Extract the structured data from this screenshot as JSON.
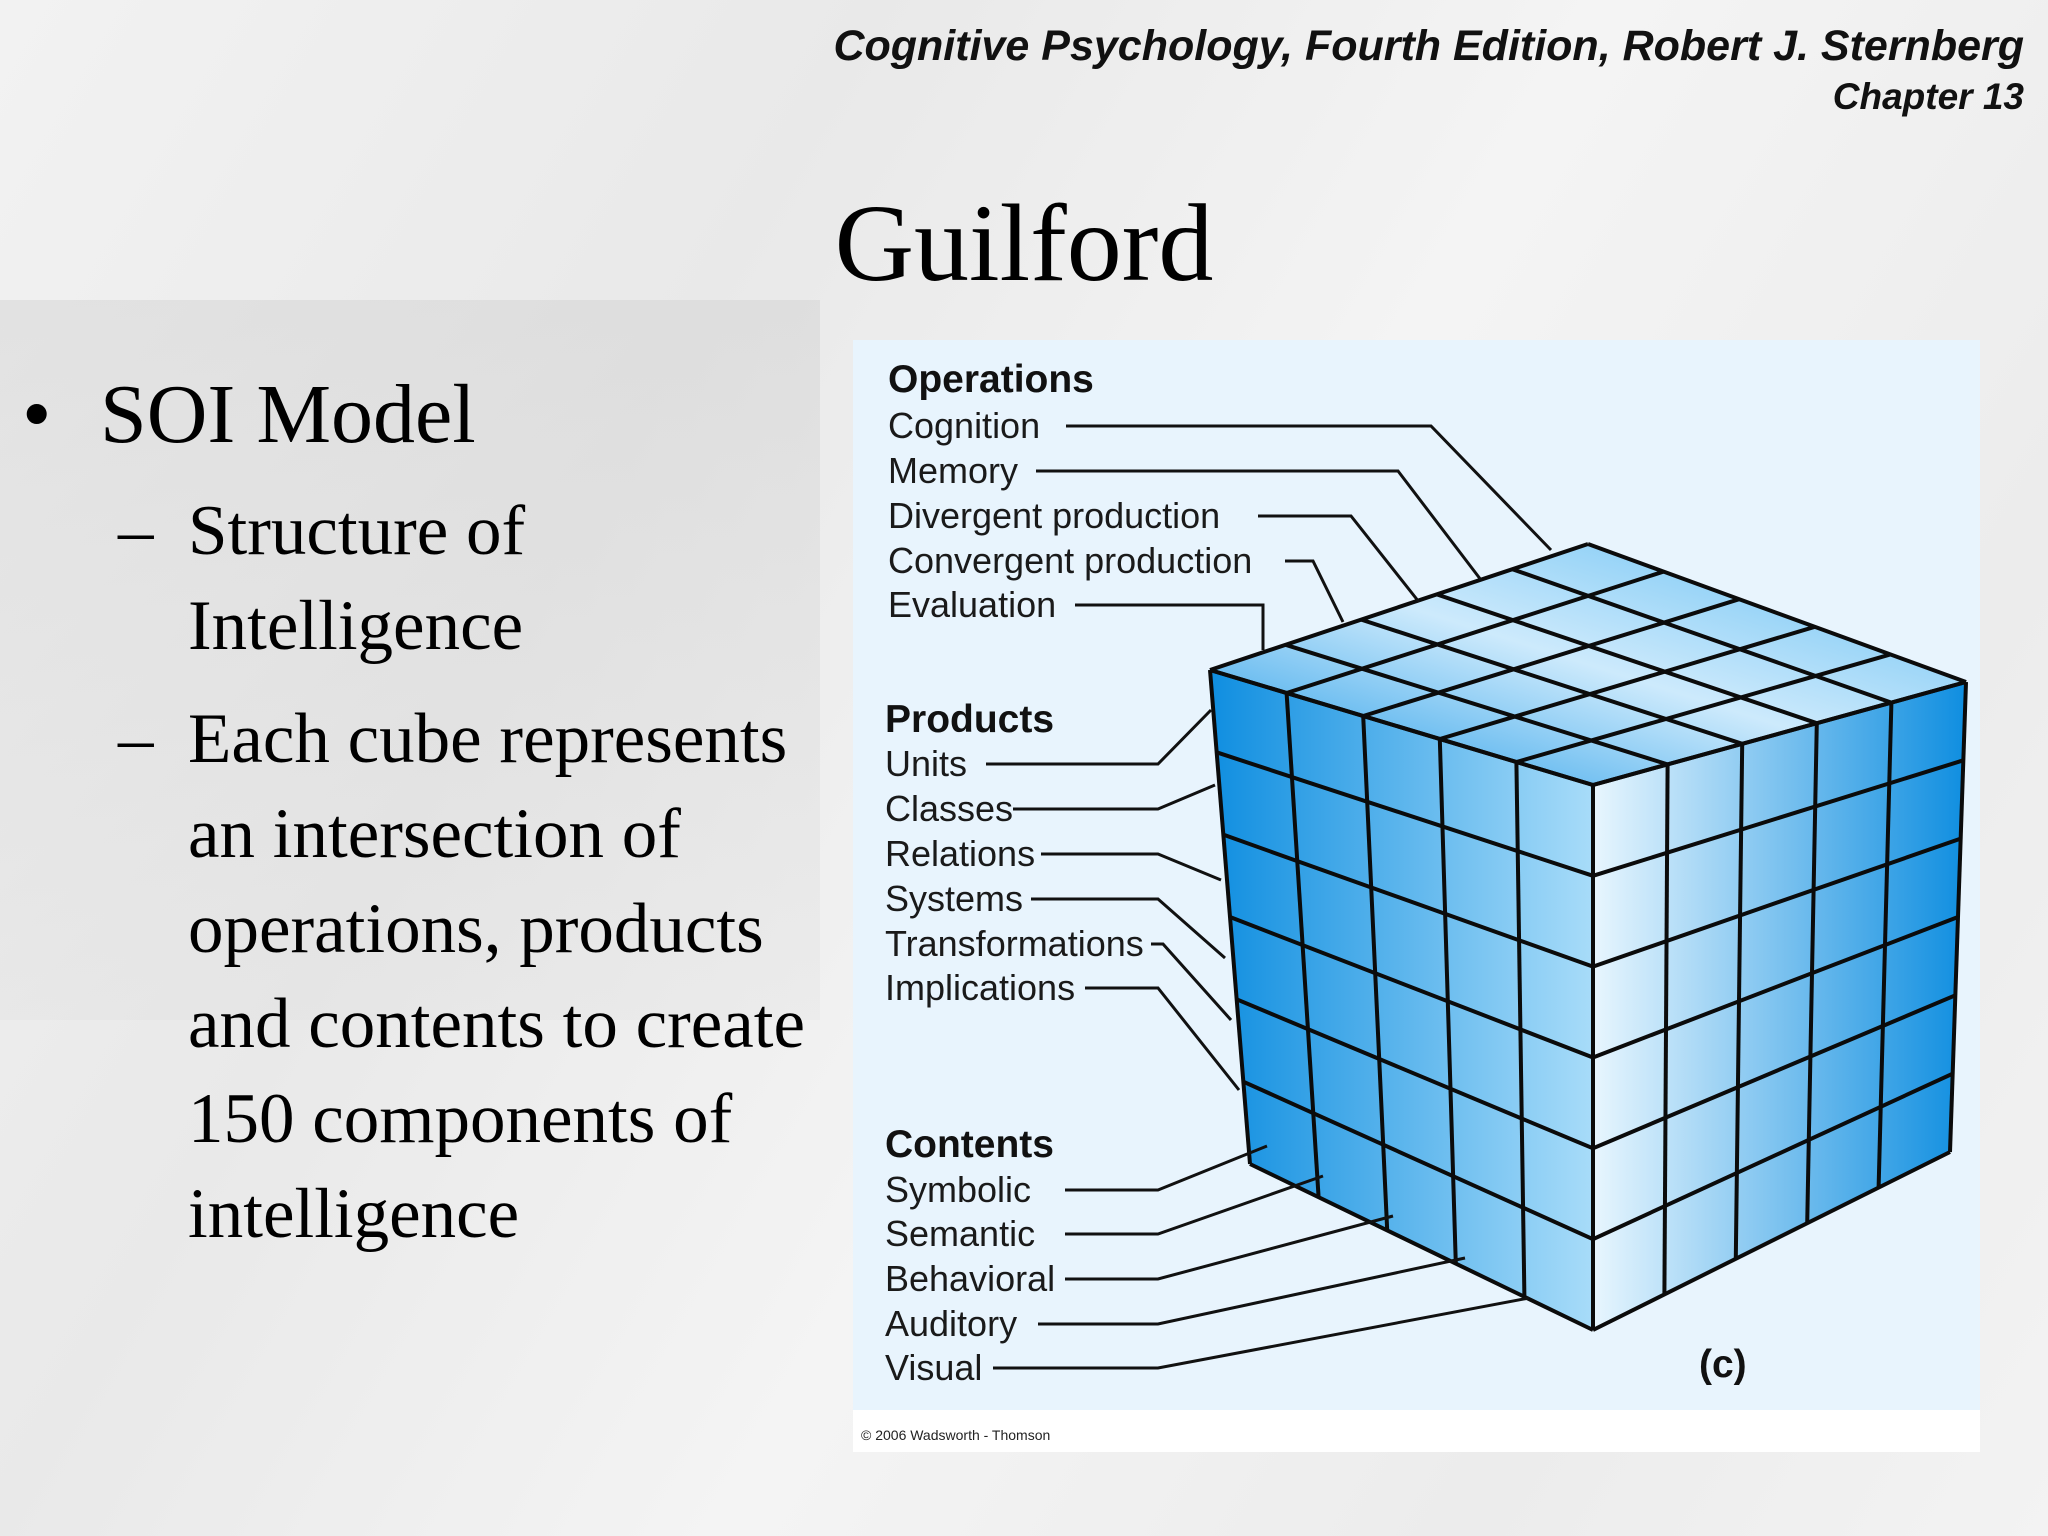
{
  "header": {
    "book": "Cognitive Psychology, Fourth Edition, Robert J. Sternberg",
    "chapter": "Chapter 13"
  },
  "title": "Guilford",
  "bullets": {
    "main": "SOI Model",
    "sub1": [
      "Structure of",
      "Intelligence"
    ],
    "sub2": [
      "Each cube represents",
      "an intersection of",
      "operations, products",
      "and contents to create",
      "150 components of",
      "intelligence"
    ]
  },
  "figure": {
    "operations": {
      "heading": "Operations",
      "items": [
        "Cognition",
        "Memory",
        "Divergent production",
        "Convergent production",
        "Evaluation"
      ]
    },
    "products": {
      "heading": "Products",
      "items": [
        "Units",
        "Classes",
        "Relations",
        "Systems",
        "Transformations",
        "Implications"
      ]
    },
    "contents": {
      "heading": "Contents",
      "items": [
        "Symbolic",
        "Semantic",
        "Behavioral",
        "Auditory",
        "Visual"
      ]
    },
    "panel_label": "(c)",
    "copyright": "© 2006 Wadsworth - Thomson",
    "colors": {
      "light": "#ddf1fd",
      "dark": "#0f8fe0",
      "line": "#0b0b0b"
    }
  }
}
